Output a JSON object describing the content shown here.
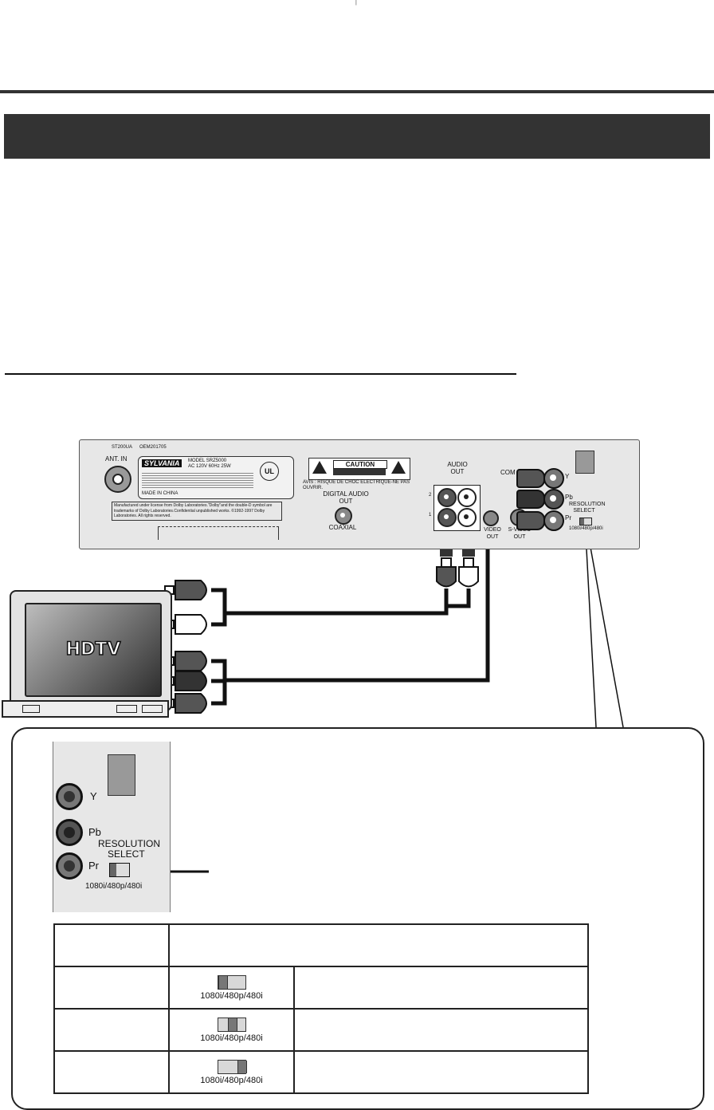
{
  "header": {
    "top_mark": "|"
  },
  "rear_panel": {
    "model_code": "ST200UA",
    "oem_code": "OEM201705",
    "ant_in": "ANT. IN",
    "brand": "SYLVANIA",
    "model_line": "MODEL SRZ5000",
    "power_line": "AC 120V 60Hz 25W",
    "made_in": "MADE IN CHINA",
    "caution": "CAUTION",
    "caution_fr": "AVIS : RISQUE DE CHOC ELECTRIQUE-NE PAS OUVRIR.",
    "dolby_text": "Manufactured under license from Dolby Laboratories.\"Dolby\"and the double-D symbol are trademarks of Dolby Laboratories.Confidential unpublished works. ©1992-1997 Dolby Laboratories. All rights reserved.",
    "digital_audio_out": "DIGITAL AUDIO OUT",
    "coaxial": "COAXIAL",
    "audio_out": "AUDIO OUT",
    "ch2": "2",
    "ch1": "1",
    "video_out": "VIDEO OUT",
    "s_video_out": "S-VIDEO OUT",
    "component": "COM",
    "y": "Y",
    "pb": "Pb",
    "pr": "Pr",
    "resolution_select": "RESOLUTION SELECT",
    "resolution_options": "1080i/480p/480i"
  },
  "tv": {
    "label": "HDTV"
  },
  "zoom": {
    "y": "Y",
    "pb": "Pb",
    "pr": "Pr",
    "resolution_select_1": "RESOLUTION",
    "resolution_select_2": "SELECT",
    "resolution_options": "1080i/480p/480i"
  },
  "resolution_table": {
    "rows": [
      {
        "caption": "1080i/480p/480i",
        "position": 0
      },
      {
        "caption": "1080i/480p/480i",
        "position": 0.5
      },
      {
        "caption": "1080i/480p/480i",
        "position": 1
      }
    ]
  }
}
